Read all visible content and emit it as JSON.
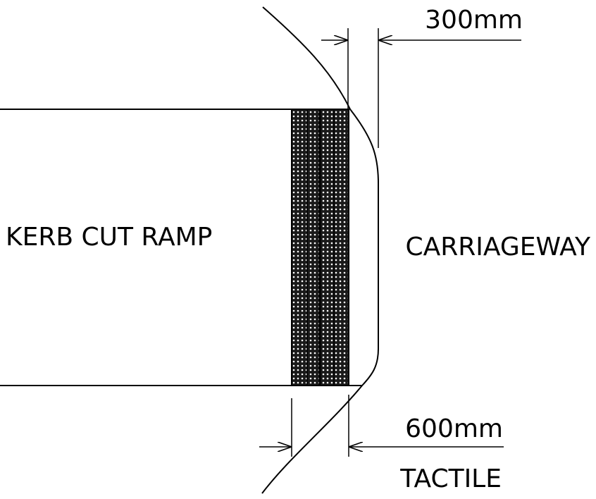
{
  "labels": {
    "ramp": "KERB CUT RAMP",
    "carriageway": "CARRIAGEWAY",
    "dim_top": "300mm",
    "dim_bottom": "600mm",
    "dim_bottom_sub": "TACTILE"
  },
  "colors": {
    "line": "#000000",
    "background": "#ffffff"
  }
}
